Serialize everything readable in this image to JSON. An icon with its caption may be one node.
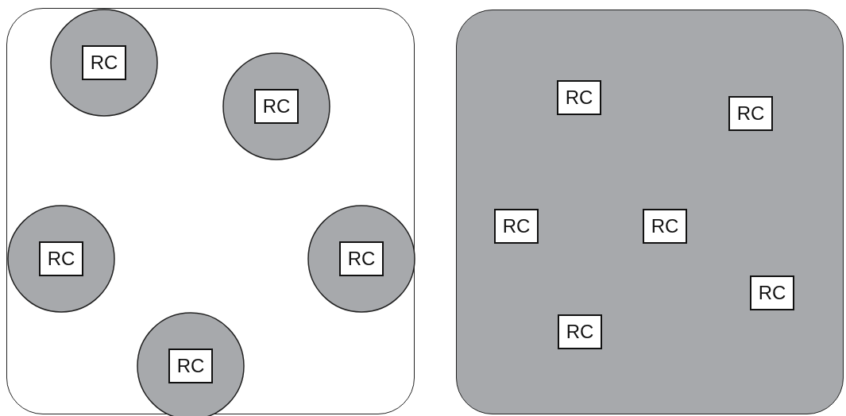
{
  "diagram": {
    "nodes": [
      {
        "text": [],
        "shape": "box"
      },
      {
        "text": [],
        "shape": "circle",
        "in": 0
      },
      {
        "text": [
          "RC"
        ],
        "in": 1
      },
      {
        "text": [],
        "shape": "circle",
        "in": 0
      },
      {
        "text": [
          "RC"
        ],
        "in": 3
      },
      {
        "text": [],
        "shape": "circle",
        "in": 0
      },
      {
        "text": [
          "RC"
        ],
        "in": 5
      },
      {
        "text": [],
        "shape": "circle",
        "in": 0
      },
      {
        "text": [
          "RC"
        ],
        "in": 7
      },
      {
        "text": [],
        "shape": "circle",
        "in": 0
      },
      {
        "text": [
          "RC"
        ],
        "in": 9
      },
      {
        "text": [],
        "shape": "box"
      },
      {
        "text": [
          "RC"
        ],
        "in": 11
      },
      {
        "text": [
          "RC"
        ],
        "in": 11
      },
      {
        "text": [
          "RC"
        ],
        "in": 11
      },
      {
        "text": [
          "RC"
        ],
        "in": 11
      },
      {
        "text": [
          "RC"
        ],
        "in": 11
      },
      {
        "text": [
          "RC"
        ],
        "in": 11
      }
    ]
  }
}
